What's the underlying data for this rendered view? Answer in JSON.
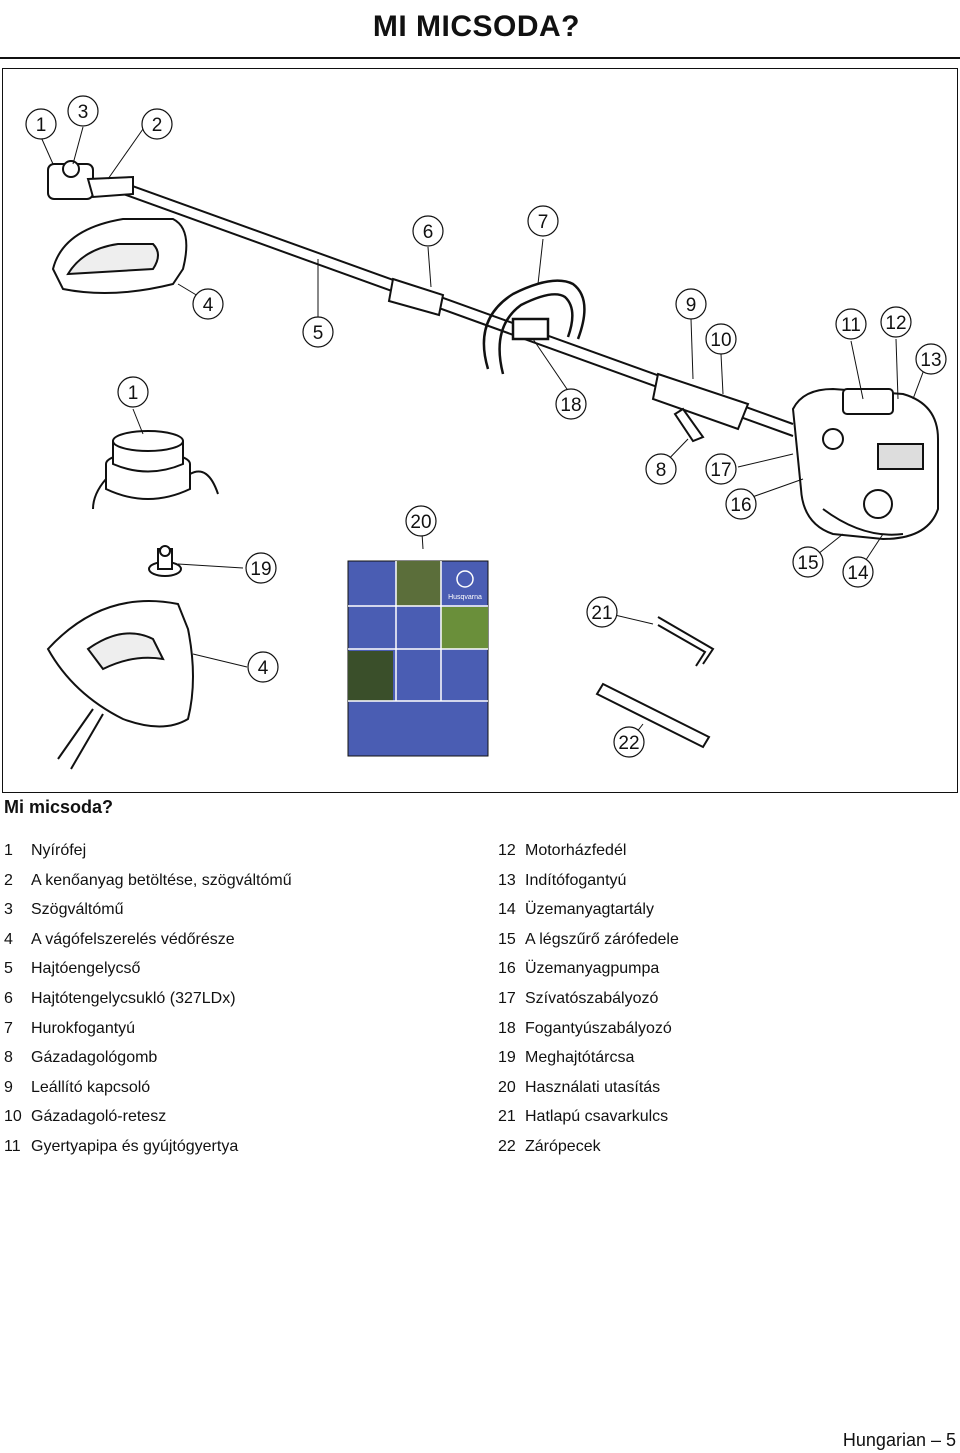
{
  "header": {
    "title": "MI MICSODA?"
  },
  "diagram": {
    "callouts": [
      "1",
      "3",
      "2",
      "6",
      "7",
      "4",
      "5",
      "9",
      "10",
      "11",
      "12",
      "13",
      "1",
      "18",
      "8",
      "17",
      "16",
      "20",
      "19",
      "15",
      "14",
      "21",
      "4",
      "22"
    ],
    "manual_cover": {
      "brand": "Husqvarna",
      "colors": {
        "primary": "#4a5db3",
        "tile_border": "#ffffff"
      }
    }
  },
  "section": {
    "title": "Mi micsoda?"
  },
  "parts_left": [
    {
      "num": "1",
      "label": "Nyírófej"
    },
    {
      "num": "2",
      "label": "A kenőanyag betöltése, szögváltómű"
    },
    {
      "num": "3",
      "label": "Szögváltómű"
    },
    {
      "num": "4",
      "label": "A vágófelszerelés védőrésze"
    },
    {
      "num": "5",
      "label": "Hajtóengelycső"
    },
    {
      "num": "6",
      "label": "Hajtótengelycsukló (327LDx)"
    },
    {
      "num": "7",
      "label": "Hurokfogantyú"
    },
    {
      "num": "8",
      "label": "Gázadagológomb"
    },
    {
      "num": "9",
      "label": "Leállító kapcsoló"
    },
    {
      "num": "10",
      "label": "Gázadagoló-retesz"
    },
    {
      "num": "11",
      "label": "Gyertyapipa és gyújtógyertya"
    }
  ],
  "parts_right": [
    {
      "num": "12",
      "label": "Motorházfedél"
    },
    {
      "num": "13",
      "label": "Indítófogantyú"
    },
    {
      "num": "14",
      "label": "Üzemanyagtartály"
    },
    {
      "num": "15",
      "label": "A légszűrő zárófedele"
    },
    {
      "num": "16",
      "label": "Üzemanyagpumpa"
    },
    {
      "num": "17",
      "label": "Szívatószabályozó"
    },
    {
      "num": "18",
      "label": "Fogantyúszabályozó"
    },
    {
      "num": "19",
      "label": "Meghajtótárcsa"
    },
    {
      "num": "20",
      "label": "Használati utasítás"
    },
    {
      "num": "21",
      "label": "Hatlapú csavarkulcs"
    },
    {
      "num": "22",
      "label": "Zárópecek"
    }
  ],
  "footer": {
    "text": "Hungarian – 5"
  }
}
